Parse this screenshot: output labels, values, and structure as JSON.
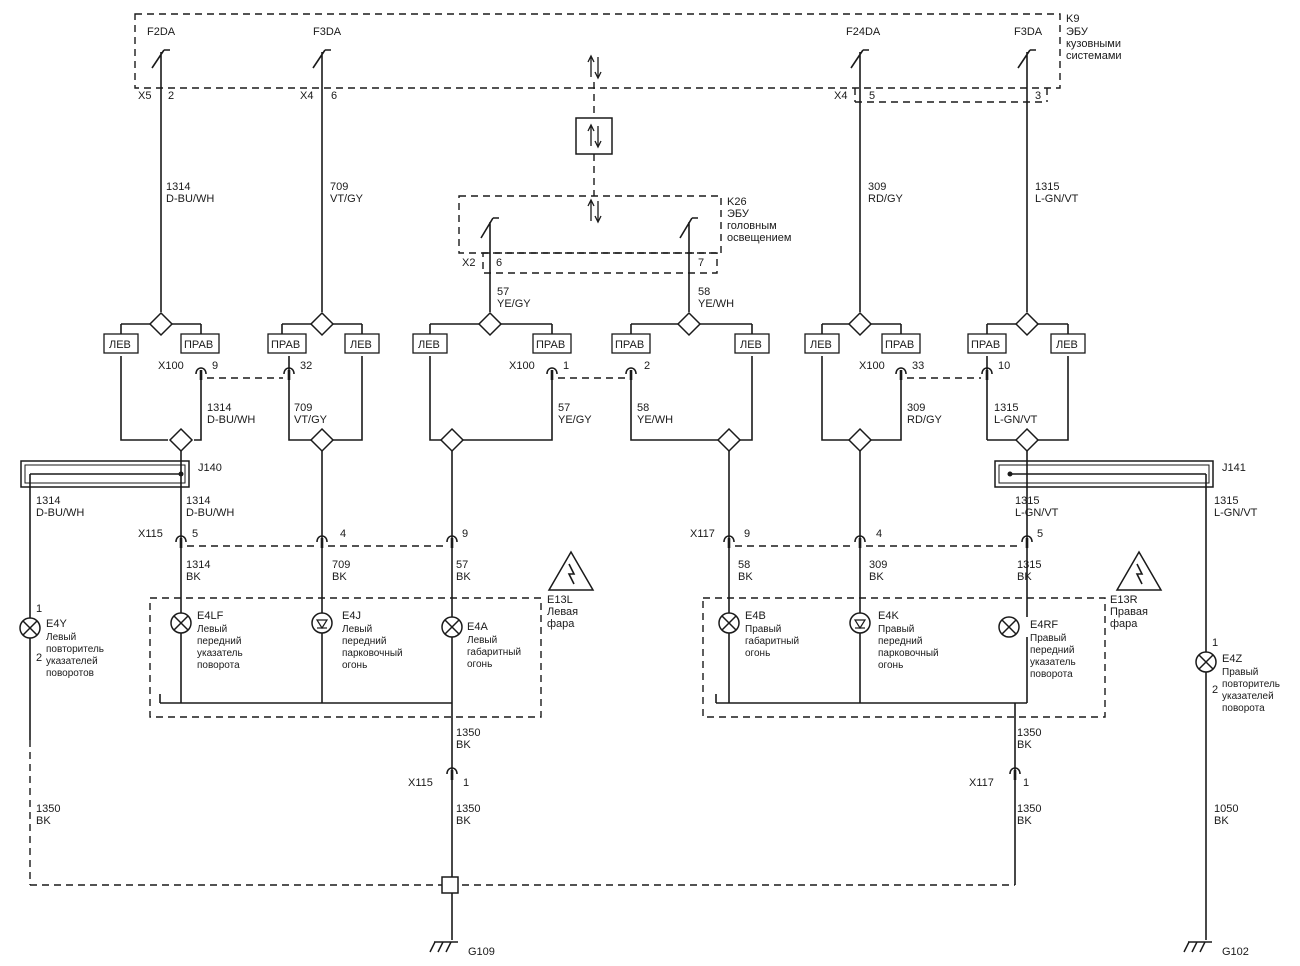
{
  "modules": {
    "k9": {
      "id": "K9",
      "lines": [
        "ЭБУ",
        "кузовными",
        "системами"
      ]
    },
    "k26": {
      "id": "K26",
      "lines": [
        "ЭБУ",
        "головным",
        "освещением"
      ]
    }
  },
  "fuses": {
    "f1": "F2DA",
    "f2": "F3DA",
    "f3": "F24DA",
    "f4": "F3DA"
  },
  "connectors": {
    "x5": "X5",
    "x4a": "X4",
    "x4b": "X4",
    "x2": "X2",
    "x100a": "X100",
    "x100b": "X100",
    "x100c": "X100",
    "x115a": "X115",
    "x115b": "X115",
    "x117a": "X117",
    "x117b": "X117",
    "j140": "J140",
    "j141": "J141"
  },
  "pins": {
    "p2": "2",
    "p6": "6",
    "p5": "5",
    "p3": "3",
    "p6b": "6",
    "p7": "7",
    "x100a_9": "9",
    "x100a_32": "32",
    "x100b_1": "1",
    "x100b_2": "2",
    "x100c_33": "33",
    "x100c_10": "10",
    "x115_5": "5",
    "x115_4": "4",
    "x115_9": "9",
    "x117_9": "9",
    "x117_4": "4",
    "x117_5": "5",
    "x115_1": "1",
    "x117_1": "1",
    "e4y_1": "1",
    "e4y_2": "2",
    "e4z_1": "1",
    "e4z_2": "2"
  },
  "wires": {
    "w1314_top": [
      "1314",
      "D-BU/WH"
    ],
    "w709_top": [
      "709",
      "VT/GY"
    ],
    "w309_top": [
      "309",
      "RD/GY"
    ],
    "w1315_top": [
      "1315",
      "L-GN/VT"
    ],
    "w57_top": [
      "57",
      "YE/GY"
    ],
    "w58_top": [
      "58",
      "YE/WH"
    ],
    "w1314_mid": [
      "1314",
      "D-BU/WH"
    ],
    "w709_mid": [
      "709",
      "VT/GY"
    ],
    "w57_mid": [
      "57",
      "YE/GY"
    ],
    "w58_mid": [
      "58",
      "YE/WH"
    ],
    "w309_mid": [
      "309",
      "RD/GY"
    ],
    "w1315_mid": [
      "1315",
      "L-GN/VT"
    ],
    "w1314_left": [
      "1314",
      "D-BU/WH"
    ],
    "w1314_j140": [
      "1314",
      "D-BU/WH"
    ],
    "w1315_j141": [
      "1315",
      "L-GN/VT"
    ],
    "w1315_right": [
      "1315",
      "L-GN/VT"
    ],
    "w1314_bk": [
      "1314",
      "BK"
    ],
    "w709_bk": [
      "709",
      "BK"
    ],
    "w57_bk": [
      "57",
      "BK"
    ],
    "w58_bk": [
      "58",
      "BK"
    ],
    "w309_bk": [
      "309",
      "BK"
    ],
    "w1315_bk": [
      "1315",
      "BK"
    ],
    "w1350_l1": [
      "1350",
      "BK"
    ],
    "w1350_l2": [
      "1350",
      "BK"
    ],
    "w1350_r1": [
      "1350",
      "BK"
    ],
    "w1350_r2": [
      "1350",
      "BK"
    ],
    "w1350_left": [
      "1350",
      "BK"
    ],
    "w1050_right": [
      "1050",
      "BK"
    ]
  },
  "switch_labels": {
    "lev1": "ЛЕВ",
    "prav1": "ПРАВ",
    "prav2": "ПРАВ",
    "lev2": "ЛЕВ",
    "lev3": "ЛЕВ",
    "prav3": "ПРАВ",
    "prav4": "ПРАВ",
    "lev4": "ЛЕВ",
    "lev5": "ЛЕВ",
    "prav5": "ПРАВ",
    "prav6": "ПРАВ",
    "lev6": "ЛЕВ"
  },
  "headlamps": {
    "left": {
      "id": "E13L",
      "lines": [
        "Левая",
        "фара"
      ]
    },
    "right": {
      "id": "E13R",
      "lines": [
        "Правая",
        "фара"
      ]
    }
  },
  "lamps": {
    "e4lf": {
      "id": "E4LF",
      "lines": [
        "Левый",
        "передний",
        "указатель",
        "поворота"
      ]
    },
    "e4j": {
      "id": "E4J",
      "lines": [
        "Левый",
        "передний",
        "парковочный",
        "огонь"
      ]
    },
    "e4a": {
      "id": "E4A",
      "lines": [
        "Левый",
        "габаритный",
        "огонь"
      ]
    },
    "e4b": {
      "id": "E4B",
      "lines": [
        "Правый",
        "габаритный",
        "огонь"
      ]
    },
    "e4k": {
      "id": "E4K",
      "lines": [
        "Правый",
        "передний",
        "парковочный",
        "огонь"
      ]
    },
    "e4rf": {
      "id": "E4RF",
      "lines": [
        "Правый",
        "передний",
        "указатель",
        "поворота"
      ]
    },
    "e4y": {
      "id": "E4Y",
      "lines": [
        "Левый",
        "повторитель",
        "указателей",
        "поворотов"
      ]
    },
    "e4z": {
      "id": "E4Z",
      "lines": [
        "Правый",
        "повторитель",
        "указателей",
        "поворота"
      ]
    }
  },
  "grounds": {
    "g109": "G109",
    "g102": "G102"
  }
}
